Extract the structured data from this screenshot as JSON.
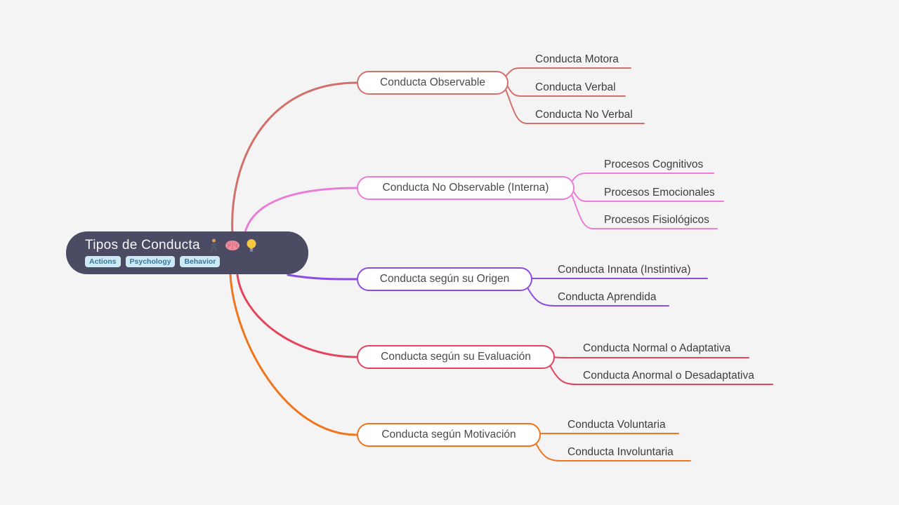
{
  "canvas": {
    "background": "#f5f4f4"
  },
  "root": {
    "title": "Tipos de Conducta",
    "icons": [
      "walking-person",
      "brain",
      "light-bulb"
    ],
    "tags": [
      "Actions",
      "Psychology",
      "Behavior"
    ],
    "colors": {
      "background": "#4b4b64",
      "text": "#f7f7fa",
      "tag_background": "#cde9f5",
      "tag_text": "#33789f"
    }
  },
  "branches": [
    {
      "label": "Conducta Observable",
      "color": "#d2706c",
      "children": [
        "Conducta Motora",
        "Conducta Verbal",
        "Conducta No Verbal"
      ]
    },
    {
      "label": "Conducta No Observable (Interna)",
      "color": "#ea7ed6",
      "children": [
        "Procesos Cognitivos",
        "Procesos Emocionales",
        "Procesos Fisiológicos"
      ]
    },
    {
      "label": "Conducta según su Origen",
      "color": "#8b4de3",
      "children": [
        "Conducta Innata (Instintiva)",
        "Conducta Aprendida"
      ]
    },
    {
      "label": "Conducta según su Evaluación",
      "color": "#e4455e",
      "children": [
        "Conducta Normal o Adaptativa",
        "Conducta Anormal o Desadaptativa"
      ]
    },
    {
      "label": "Conducta según Motivación",
      "color": "#f1751c",
      "children": [
        "Conducta Voluntaria",
        "Conducta Involuntaria"
      ]
    }
  ]
}
